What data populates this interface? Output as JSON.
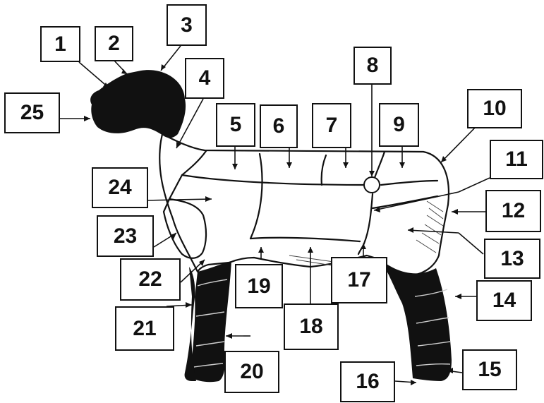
{
  "diagram": {
    "labels": [
      {
        "id": "1",
        "text": "1"
      },
      {
        "id": "2",
        "text": "2"
      },
      {
        "id": "3",
        "text": "3"
      },
      {
        "id": "4",
        "text": "4"
      },
      {
        "id": "5",
        "text": "5"
      },
      {
        "id": "6",
        "text": "6"
      },
      {
        "id": "7",
        "text": "7"
      },
      {
        "id": "8",
        "text": "8"
      },
      {
        "id": "9",
        "text": "9"
      },
      {
        "id": "10",
        "text": "10"
      },
      {
        "id": "11",
        "text": "11"
      },
      {
        "id": "12",
        "text": "12"
      },
      {
        "id": "13",
        "text": "13"
      },
      {
        "id": "14",
        "text": "14"
      },
      {
        "id": "15",
        "text": "15"
      },
      {
        "id": "16",
        "text": "16"
      },
      {
        "id": "17",
        "text": "17"
      },
      {
        "id": "18",
        "text": "18"
      },
      {
        "id": "19",
        "text": "19"
      },
      {
        "id": "20",
        "text": "20"
      },
      {
        "id": "21",
        "text": "21"
      },
      {
        "id": "22",
        "text": "22"
      },
      {
        "id": "23",
        "text": "23"
      },
      {
        "id": "24",
        "text": "24"
      },
      {
        "id": "25",
        "text": "25"
      }
    ],
    "colors": {
      "ink": "#111111",
      "background": "#ffffff"
    }
  }
}
